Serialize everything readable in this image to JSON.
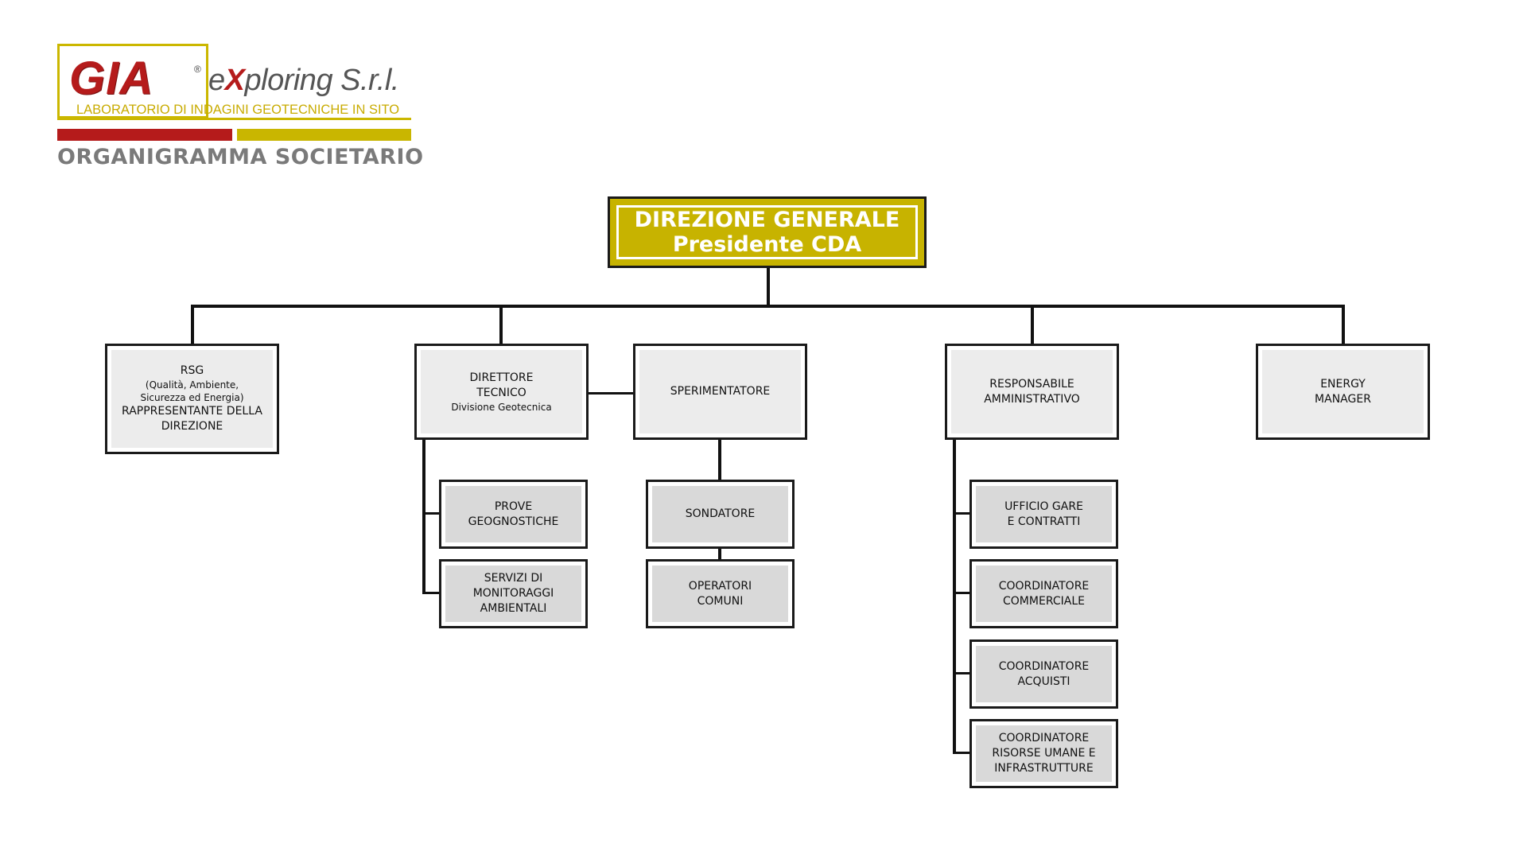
{
  "header": {
    "logo_text": "GIA",
    "registered_mark": "®",
    "company_prefix": "e",
    "company_x": "X",
    "company_rest": "ploring S.r.l.",
    "tagline": "LABORATORIO DI INDAGINI GEOTECNICHE IN SITO",
    "title": "ORGANIGRAMMA SOCIETARIO"
  },
  "colors": {
    "brand_red": "#b51b1b",
    "brand_gold": "#c7b300",
    "title_grey": "#7a7a7a",
    "box_fill": "#ececec",
    "subbox_fill": "#d9d9d9"
  },
  "chart": {
    "root": {
      "line1": "DIREZIONE GENERALE",
      "line2": "Presidente CDA"
    },
    "rsg": {
      "line1": "RSG",
      "line2": "(Qualità, Ambiente,",
      "line3": "Sicurezza ed Energia)",
      "line4": "RAPPRESENTANTE DELLA",
      "line5": "DIREZIONE"
    },
    "direttore": {
      "line1": "DIRETTORE",
      "line2": "TECNICO",
      "line3": "Divisione Geotecnica"
    },
    "sperimentatore": {
      "line1": "SPERIMENTATORE"
    },
    "responsabile": {
      "line1": "RESPONSABILE",
      "line2": "AMMINISTRATIVO"
    },
    "energy": {
      "line1": "ENERGY",
      "line2": "MANAGER"
    },
    "prove": {
      "line1": "PROVE",
      "line2": "GEOGNOSTICHE"
    },
    "servizi": {
      "line1": "SERVIZI DI",
      "line2": "MONITORAGGI",
      "line3": "AMBIENTALI"
    },
    "sondatore": {
      "line1": "SONDATORE"
    },
    "operatori": {
      "line1": "OPERATORI",
      "line2": "COMUNI"
    },
    "ufficio": {
      "line1": "UFFICIO GARE",
      "line2": "E CONTRATTI"
    },
    "coord_commerciale": {
      "line1": "COORDINATORE",
      "line2": "COMMERCIALE"
    },
    "coord_acquisti": {
      "line1": "COORDINATORE",
      "line2": "ACQUISTI"
    },
    "coord_risorse": {
      "line1": "COORDINATORE",
      "line2": "RISORSE UMANE E",
      "line3": "INFRASTRUTTURE"
    }
  }
}
